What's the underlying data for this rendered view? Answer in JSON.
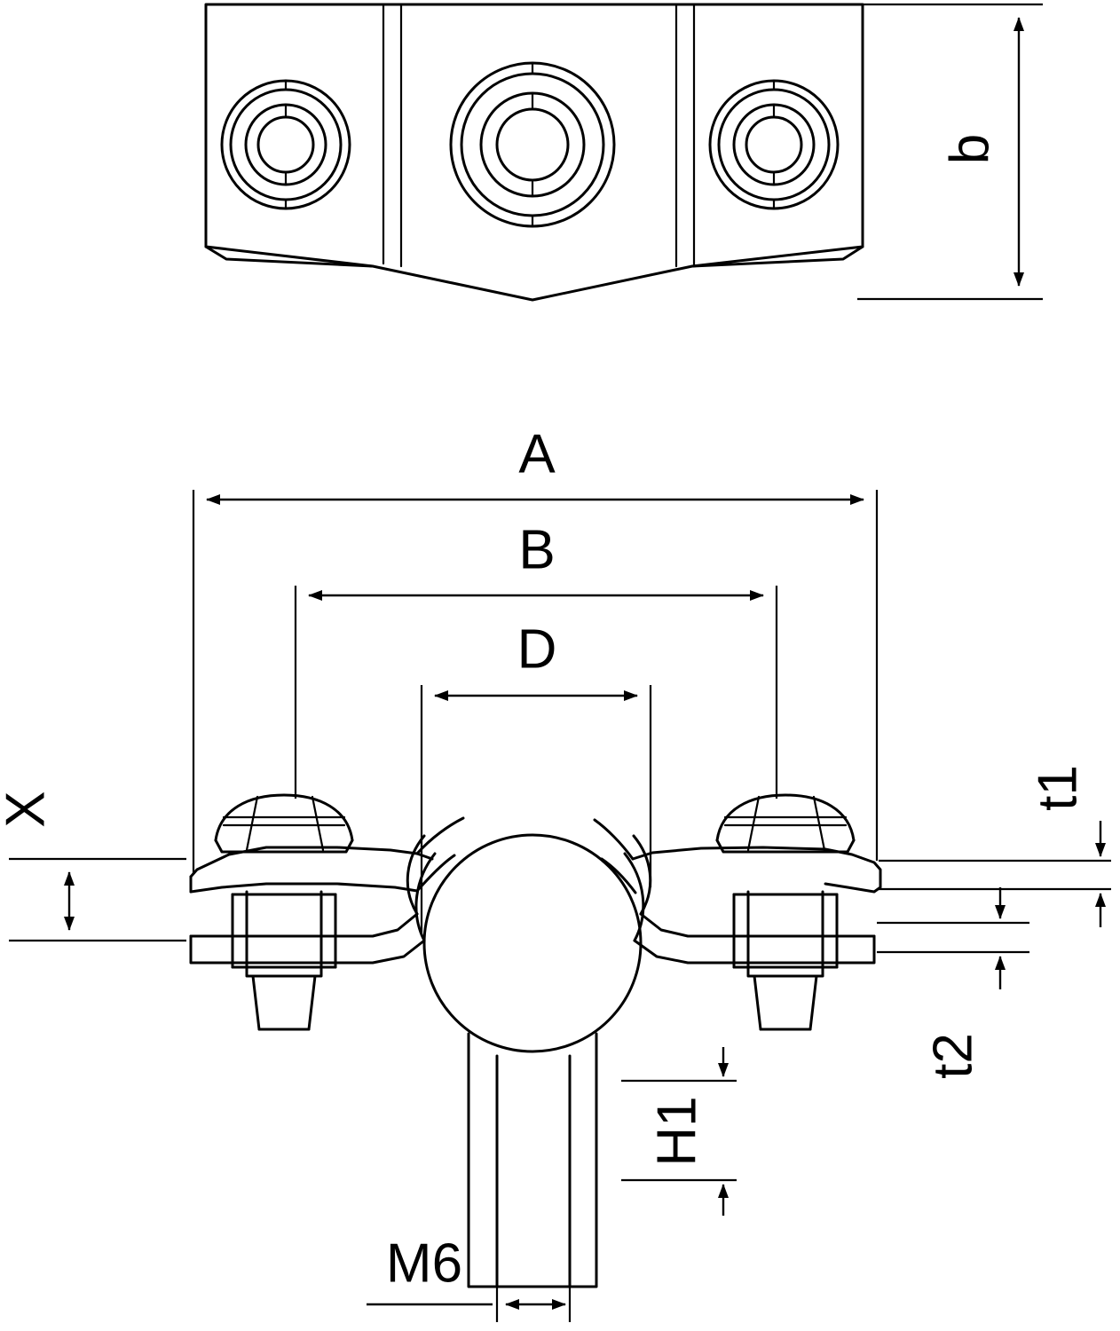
{
  "drawing": {
    "title": "Pipe clamp with earthing screw - technical dimension drawing",
    "views": [
      {
        "name": "top-view",
        "description": "Top view of clamp saddle with three bore holes"
      },
      {
        "name": "front-view",
        "description": "Front section view of pipe clamp with two screws and M6 threaded stud"
      }
    ],
    "dimension_labels": [
      {
        "key": "b",
        "text": "b",
        "view": "top-view",
        "orientation": "vertical"
      },
      {
        "key": "A",
        "text": "A",
        "view": "front-view",
        "orientation": "horizontal"
      },
      {
        "key": "B",
        "text": "B",
        "view": "front-view",
        "orientation": "horizontal"
      },
      {
        "key": "D",
        "text": "D",
        "view": "front-view",
        "orientation": "horizontal"
      },
      {
        "key": "X",
        "text": "X",
        "view": "front-view",
        "orientation": "vertical"
      },
      {
        "key": "t1",
        "text": "t1",
        "view": "front-view",
        "orientation": "vertical"
      },
      {
        "key": "t2",
        "text": "t2",
        "view": "front-view",
        "orientation": "vertical"
      },
      {
        "key": "H1",
        "text": "H1",
        "view": "front-view",
        "orientation": "vertical"
      },
      {
        "key": "M6",
        "text": "M6",
        "view": "front-view",
        "orientation": "horizontal"
      }
    ],
    "colors": {
      "line": "#000000",
      "background": "#ffffff"
    }
  }
}
